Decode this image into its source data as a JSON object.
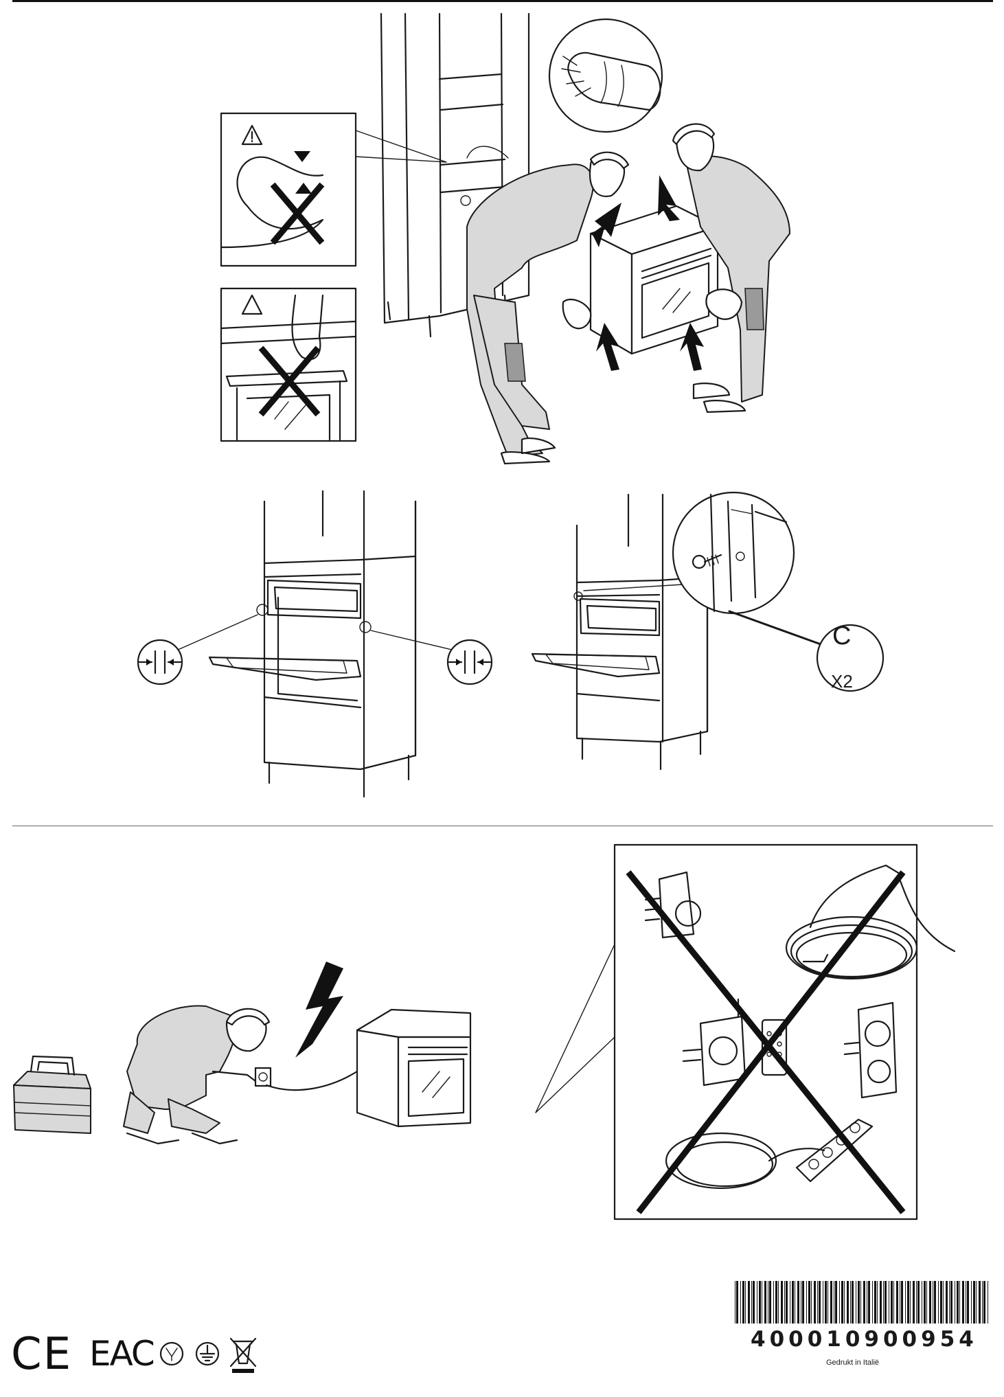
{
  "illustrations": {
    "installation": {
      "fixing_detail_label": "C",
      "fixing_detail_count": "X2"
    }
  },
  "footer": {
    "barcode_number": "400010900954",
    "printed_in": "Gedrukt in Italië",
    "marks": [
      "CE",
      "EAC"
    ]
  }
}
